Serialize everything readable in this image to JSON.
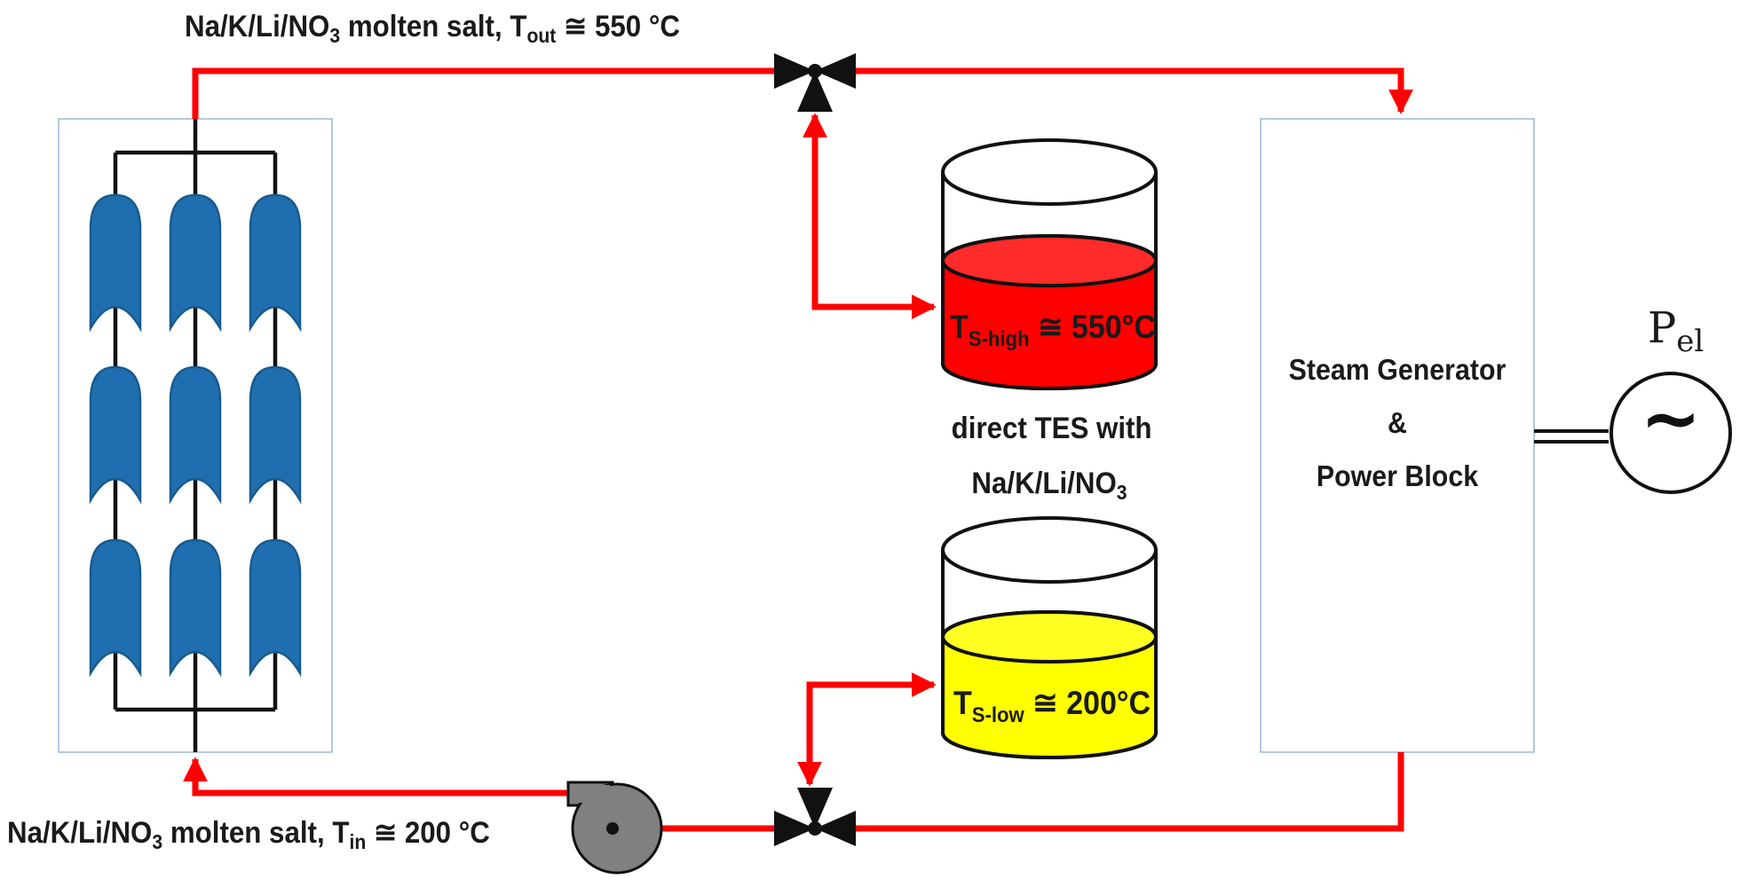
{
  "labels": {
    "top_pipe_prefix": "Na/K/Li/NO",
    "top_pipe_sub3": "3",
    "top_pipe_mid": " molten salt, T",
    "top_pipe_subout": "out",
    "top_pipe_suffix": " ≅ 550 °C",
    "bottom_pipe_prefix": "Na/K/Li/NO",
    "bottom_pipe_sub3": "3",
    "bottom_pipe_mid": " molten salt, T",
    "bottom_pipe_subin": "in",
    "bottom_pipe_suffix": " ≅ 200 °C",
    "hot_tank_T": "T",
    "hot_tank_sub": "S-high",
    "hot_tank_value": " ≅ 550°C",
    "cold_tank_T": "T",
    "cold_tank_sub": "S-low",
    "cold_tank_value": " ≅ 200°C",
    "tes_line1": "direct TES with",
    "tes_line2_prefix": "Na/K/Li/NO",
    "tes_line2_sub": "3",
    "power_line1": "Steam Generator",
    "power_line2": "&",
    "power_line3": "Power Block",
    "pel_main": "P",
    "pel_sub": "el",
    "generator_symbol": "~"
  },
  "colors": {
    "hot_salt": "#ff0000",
    "cold_salt": "#ffff00",
    "collector": "#1f6fb0",
    "pump": "#808080",
    "frame": "#9bb7d4"
  },
  "icons": {
    "valves": "three-way-valve-icon",
    "pump": "pump-icon",
    "generator": "ac-generator-icon"
  }
}
